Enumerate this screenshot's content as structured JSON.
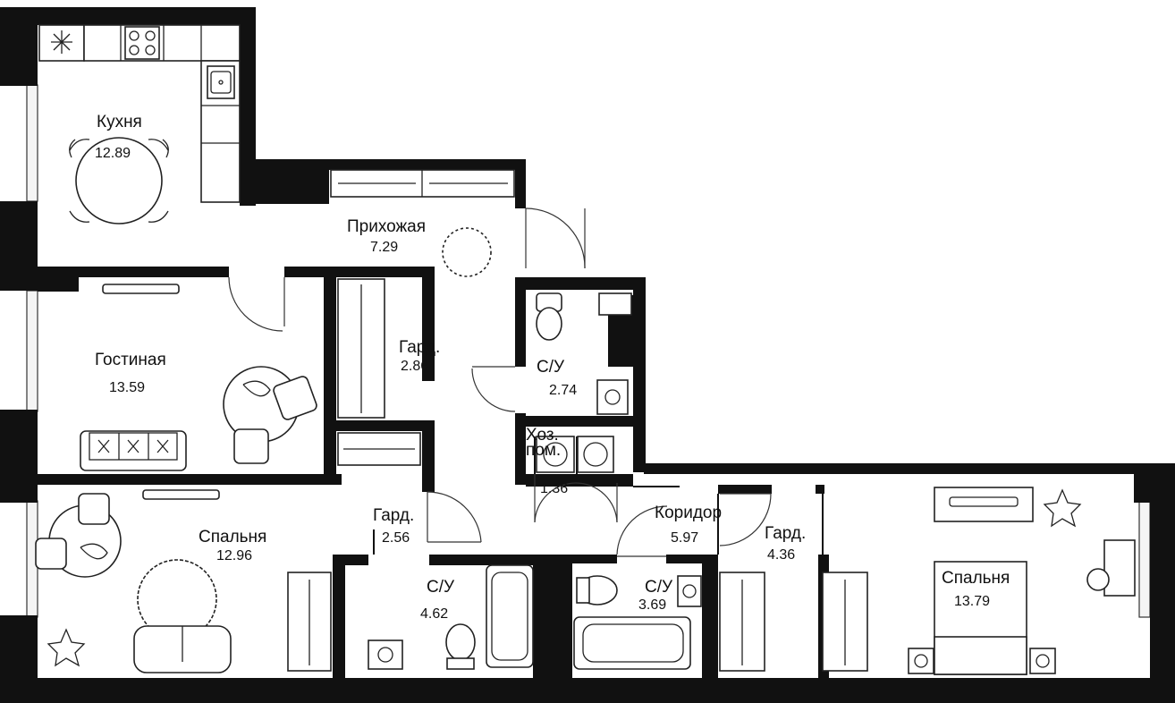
{
  "rooms": [
    {
      "name": "Кухня",
      "area": "12.89"
    },
    {
      "name": "Прихожая",
      "area": "7.29"
    },
    {
      "name": "Гостиная",
      "area": "13.59"
    },
    {
      "name": "Гард.",
      "area": "2.86"
    },
    {
      "name": "С/У",
      "area": "2.74"
    },
    {
      "name": "Хоз.\nпом.",
      "area": "1.36"
    },
    {
      "name": "Спальня",
      "area": "12.96"
    },
    {
      "name": "Гард.",
      "area": "2.56"
    },
    {
      "name": "С/У",
      "area": "4.62"
    },
    {
      "name": "С/У",
      "area": "3.69"
    },
    {
      "name": "Коридор",
      "area": "5.97"
    },
    {
      "name": "Гард.",
      "area": "4.36"
    },
    {
      "name": "Спальня",
      "area": "13.79"
    }
  ],
  "icons": [
    "snowflake-icon",
    "stove-icon",
    "sink-icon",
    "star-icon"
  ]
}
